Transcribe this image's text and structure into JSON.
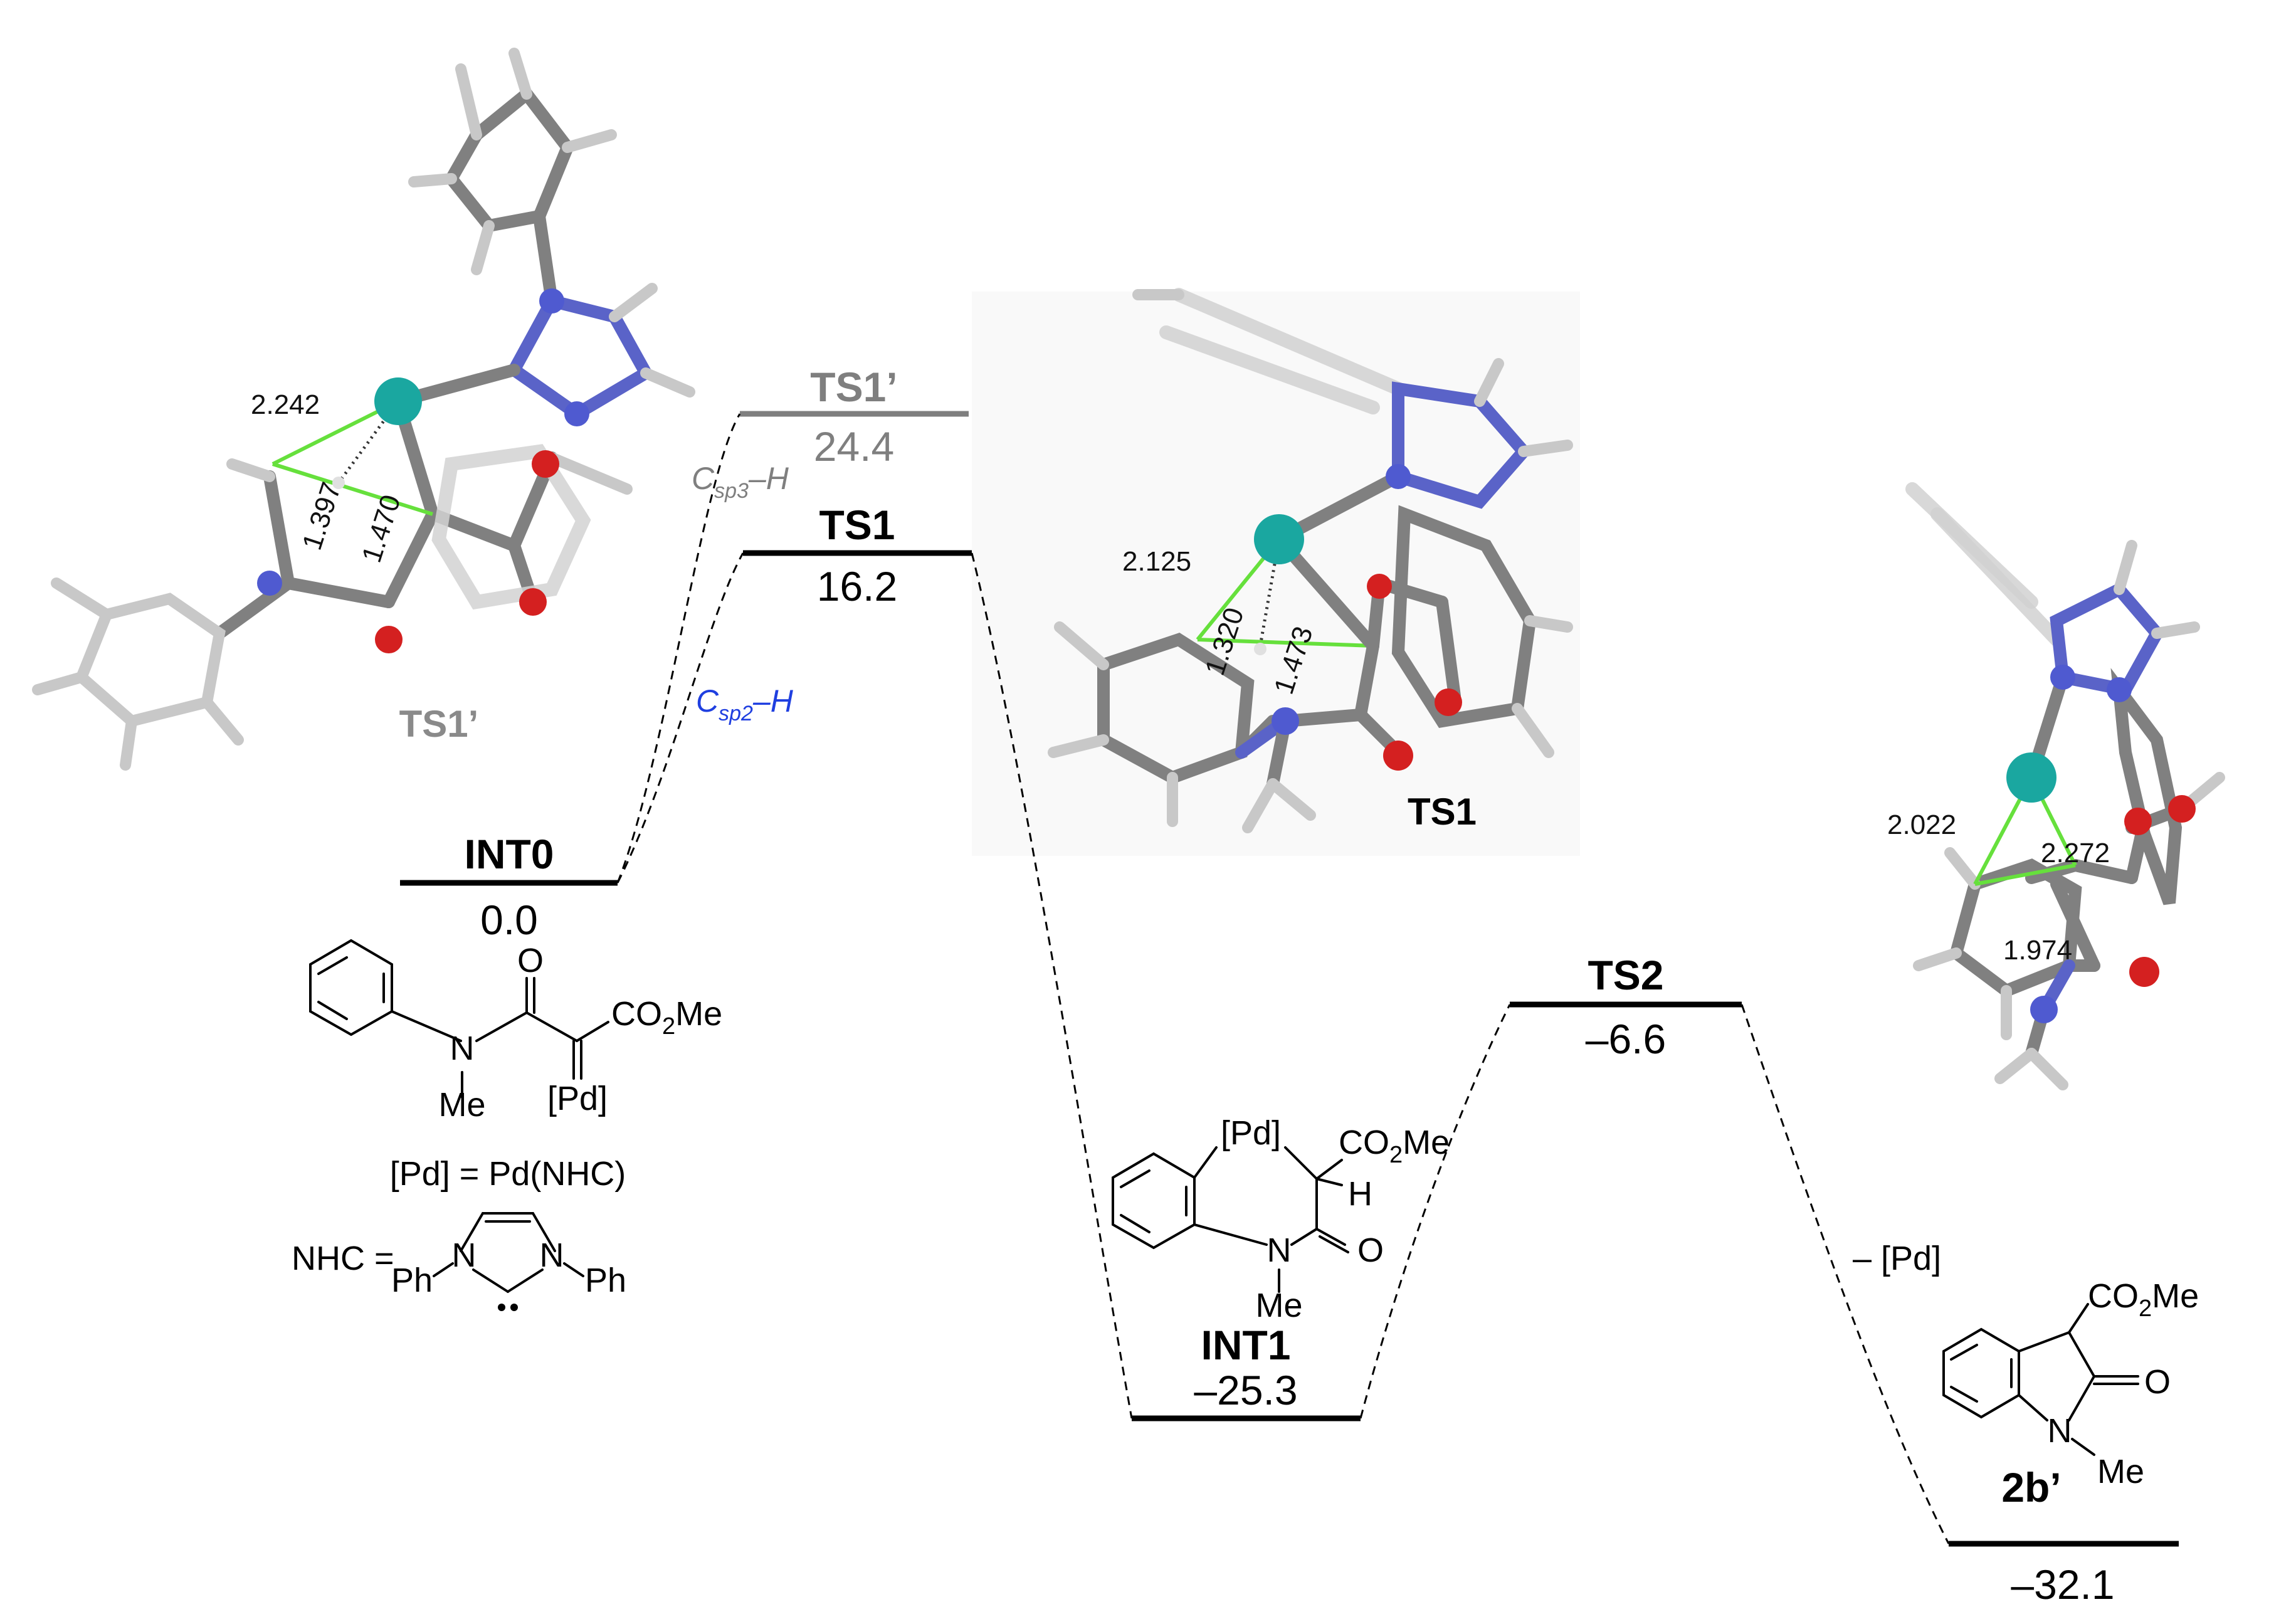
{
  "levels": {
    "int0": {
      "name": "INT0",
      "energy": "0.0"
    },
    "ts1p": {
      "name": "TS1’",
      "energy": "24.4"
    },
    "ts1": {
      "name": "TS1",
      "energy": "16.2"
    },
    "int1": {
      "name": "INT1",
      "energy": "–25.3"
    },
    "ts2": {
      "name": "TS2",
      "energy": "–6.6"
    },
    "p2b": {
      "name": "2b’",
      "energy": "–32.1"
    }
  },
  "pathway_labels": {
    "csp3_main": "C",
    "csp3_sub": "sp3",
    "csp3_tail": "–H",
    "csp2_main": "C",
    "csp2_sub": "sp2",
    "csp2_tail": "–H"
  },
  "structure_labels": {
    "ts1p": "TS1’",
    "ts1": "TS1"
  },
  "distances": {
    "ts1p": [
      "2.242",
      "1.397",
      "1.470"
    ],
    "ts1": [
      "2.125",
      "1.320",
      "1.473"
    ],
    "ts2": [
      "2.022",
      "2.272",
      "1.974"
    ]
  },
  "chem_text": {
    "o": "O",
    "n": "N",
    "me": "Me",
    "co2me": "CO",
    "two": "2",
    "me_tail": "Me",
    "pd": "[Pd]",
    "h": "H",
    "pd_def": "[Pd] = Pd(NHC)",
    "nhc": "NHC =",
    "ph": "Ph",
    "minus_pd": "– [Pd]"
  },
  "colors": {
    "main_level": "#000000",
    "alt_level": "#7f7f7f",
    "csp2_label": "#1f3fe0",
    "csp3_label": "#7f7f7f",
    "pd_atom": "#1aa7a0",
    "oxygen_atom": "#d42020",
    "nitrogen_atom": "#4f5ad0",
    "carbon_atom": "#8a8a8a",
    "hydrogen_atom": "#cfcfcf",
    "bond_highlight": "#66e03c"
  }
}
